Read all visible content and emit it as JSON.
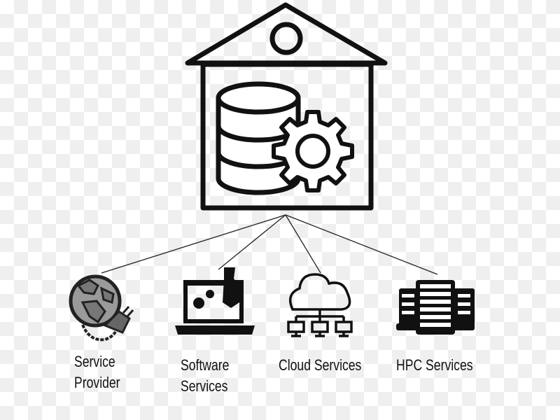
{
  "title": "Data center house",
  "nodes": [
    {
      "line1": "Service",
      "line2": "Provider",
      "icon": "globe-plug-icon"
    },
    {
      "line1": "Software",
      "line2": "Services",
      "icon": "laptop-wrench-icon"
    },
    {
      "line1": "Cloud Services",
      "icon": "cloud-network-icon"
    },
    {
      "line1": "HPC Services",
      "icon": "server-rack-icon"
    }
  ]
}
